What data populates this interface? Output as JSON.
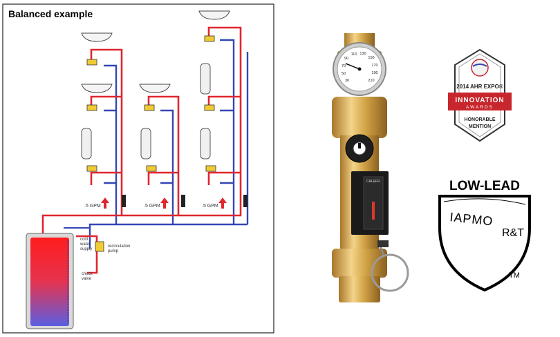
{
  "diagram": {
    "title": "Balanced example",
    "flow_labels": [
      ".5 GPM",
      ".5 GPM",
      ".5 GPM"
    ],
    "cold_water_supply": [
      "cold",
      "water",
      "supply"
    ],
    "recirculation_pump": [
      "recirculation",
      "pump"
    ],
    "check_valve": [
      "check",
      "valve"
    ]
  },
  "thermometer": {
    "scale": [
      "110",
      "130",
      "150",
      "170",
      "190",
      "210",
      "90",
      "70",
      "50",
      "30"
    ]
  },
  "valve_brand": "CALEFFI",
  "badge": {
    "year_text": "2014 AHR EXPO®",
    "line1": "INNOVATION",
    "line2": "AWARDS",
    "line3": "HONORABLE",
    "line4": "MENTION"
  },
  "certification": {
    "low_lead": "LOW-LEAD",
    "iapmo": "IAPMO",
    "rt": "R&T",
    "tm": "TM"
  },
  "colors": {
    "hot": "#e0262e",
    "return": "#3346b5",
    "brass": "#c99a3c",
    "badge_red": "#c8262d"
  }
}
